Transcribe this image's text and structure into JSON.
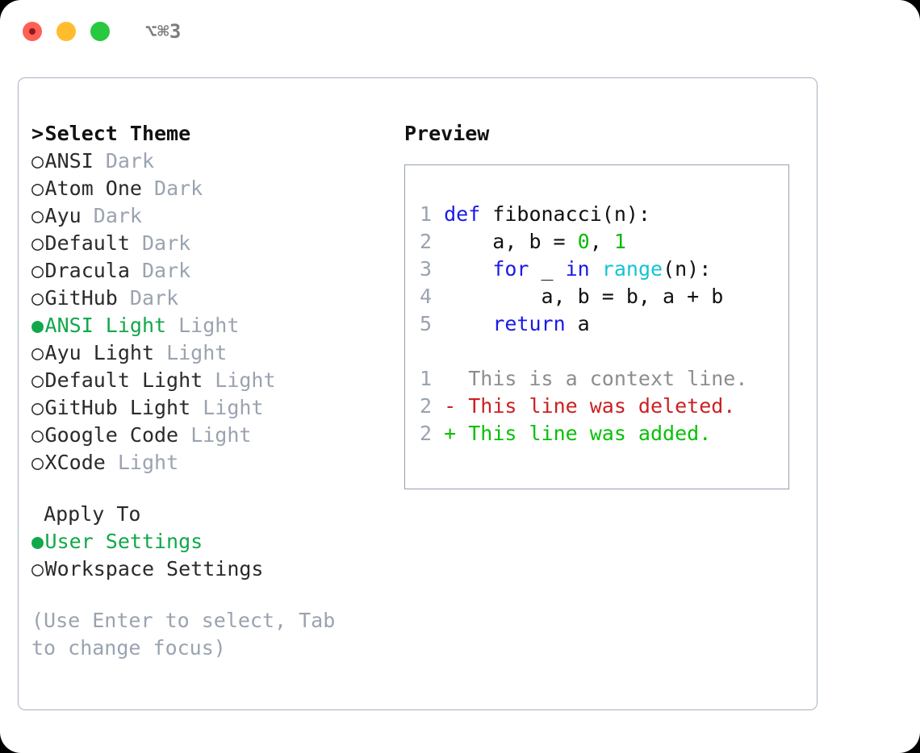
{
  "titlebar": {
    "shortcut": "⌥⌘3",
    "buttons": [
      {
        "name": "close",
        "color": "#ff5f57"
      },
      {
        "name": "minimize",
        "color": "#ffbd2e"
      },
      {
        "name": "zoom",
        "color": "#28c840"
      }
    ]
  },
  "colors": {
    "selected_green": "#10a84a",
    "muted_gray": "#9aa3b0",
    "keyword_blue": "#1a1ae6",
    "function_cyan": "#14c4d4",
    "number_green": "#08b808",
    "diff_add_green": "#08c008",
    "diff_del_red": "#cc2020",
    "diff_context_gray": "#8d8d8d",
    "panel_border": "#aab2c0",
    "preview_border": "#97a1b0"
  },
  "theme_picker": {
    "heading": "Select Theme",
    "heading_marker": ">",
    "selected_bullet": "●",
    "unselected_bullet": "○",
    "items": [
      {
        "label": "ANSI",
        "suffix": "Dark",
        "selected": false
      },
      {
        "label": "Atom One",
        "suffix": "Dark",
        "selected": false
      },
      {
        "label": "Ayu",
        "suffix": "Dark",
        "selected": false
      },
      {
        "label": "Default",
        "suffix": "Dark",
        "selected": false
      },
      {
        "label": "Dracula",
        "suffix": "Dark",
        "selected": false
      },
      {
        "label": "GitHub",
        "suffix": "Dark",
        "selected": false
      },
      {
        "label": "ANSI Light",
        "suffix": "Light",
        "selected": true
      },
      {
        "label": "Ayu Light",
        "suffix": "Light",
        "selected": false
      },
      {
        "label": "Default Light",
        "suffix": "Light",
        "selected": false
      },
      {
        "label": "GitHub Light",
        "suffix": "Light",
        "selected": false
      },
      {
        "label": "Google Code",
        "suffix": "Light",
        "selected": false
      },
      {
        "label": "XCode",
        "suffix": "Light",
        "selected": false
      }
    ]
  },
  "apply_to": {
    "heading": "Apply To",
    "items": [
      {
        "label": "User Settings",
        "selected": true
      },
      {
        "label": "Workspace Settings",
        "selected": false
      }
    ]
  },
  "hint": "(Use Enter to select, Tab to change focus)",
  "preview": {
    "title": "Preview",
    "code_lines": [
      {
        "number": "1",
        "tokens": [
          {
            "t": "def",
            "c": "kw"
          },
          {
            "t": " fibonacci(n):",
            "c": ""
          }
        ]
      },
      {
        "number": "2",
        "tokens": [
          {
            "t": "    a, b = ",
            "c": ""
          },
          {
            "t": "0",
            "c": "num"
          },
          {
            "t": ", ",
            "c": ""
          },
          {
            "t": "1",
            "c": "num"
          }
        ]
      },
      {
        "number": "3",
        "tokens": [
          {
            "t": "    ",
            "c": ""
          },
          {
            "t": "for",
            "c": "kw"
          },
          {
            "t": " _ ",
            "c": ""
          },
          {
            "t": "in",
            "c": "kw"
          },
          {
            "t": " ",
            "c": ""
          },
          {
            "t": "range",
            "c": "fn"
          },
          {
            "t": "(n):",
            "c": ""
          }
        ]
      },
      {
        "number": "4",
        "tokens": [
          {
            "t": "        a, b = b, a + b",
            "c": ""
          }
        ]
      },
      {
        "number": "5",
        "tokens": [
          {
            "t": "    ",
            "c": ""
          },
          {
            "t": "return",
            "c": "kw"
          },
          {
            "t": " a",
            "c": ""
          }
        ]
      }
    ],
    "diff_lines": [
      {
        "number": "1",
        "marker": " ",
        "text": "This is a context line.",
        "kind": "ctx"
      },
      {
        "number": "2",
        "marker": "-",
        "text": "This line was deleted.",
        "kind": "del"
      },
      {
        "number": "2",
        "marker": "+",
        "text": "This line was added.",
        "kind": "add"
      }
    ]
  }
}
